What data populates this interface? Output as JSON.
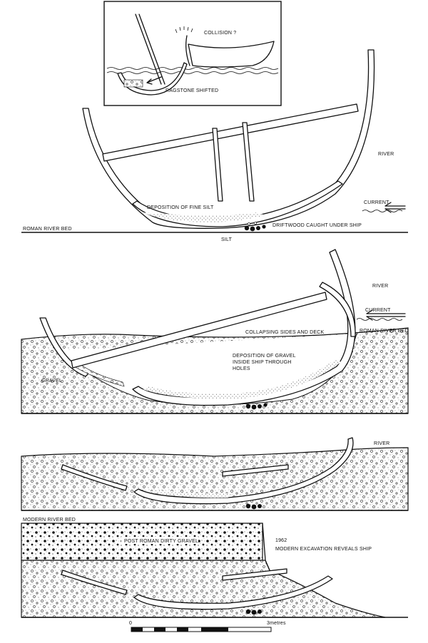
{
  "inset": {
    "collision_label": "COLLISION ?",
    "ragstone_label": "RAGSTONE SHIFTED"
  },
  "stage1": {
    "river_label": "RIVER",
    "current_label": "CURRENT",
    "fine_silt_label": "DEPOSITION OF FINE SILT",
    "driftwood_label": "DRIFTWOOD CAUGHT UNDER SHIP",
    "roman_river_bed_label": "ROMAN RIVER BED",
    "silt_label": "SILT"
  },
  "stage2": {
    "river_label": "RIVER",
    "current_label": "CURRENT",
    "roman_river_bed_label": "ROMAN RIVER BED",
    "collapsing_label": "COLLAPSING SIDES AND DECK",
    "gravel_deposit_line1": "DEPOSITION OF GRAVEL",
    "gravel_deposit_line2": "INSIDE SHIP THROUGH",
    "gravel_deposit_line3": "HOLES",
    "gravel_label": "GRAVEL"
  },
  "stage3": {
    "river_label": "RIVER"
  },
  "stage4": {
    "modern_river_bed_label": "MODERN RIVER BED",
    "dirty_gravel_label": "POST ROMAN DIRTY GRAVEL",
    "year_label": "1962",
    "excavation_label": "MODERN EXCAVATION REVEALS SHIP"
  },
  "scale_bar": {
    "start_label": "0",
    "end_label": "3metres"
  }
}
